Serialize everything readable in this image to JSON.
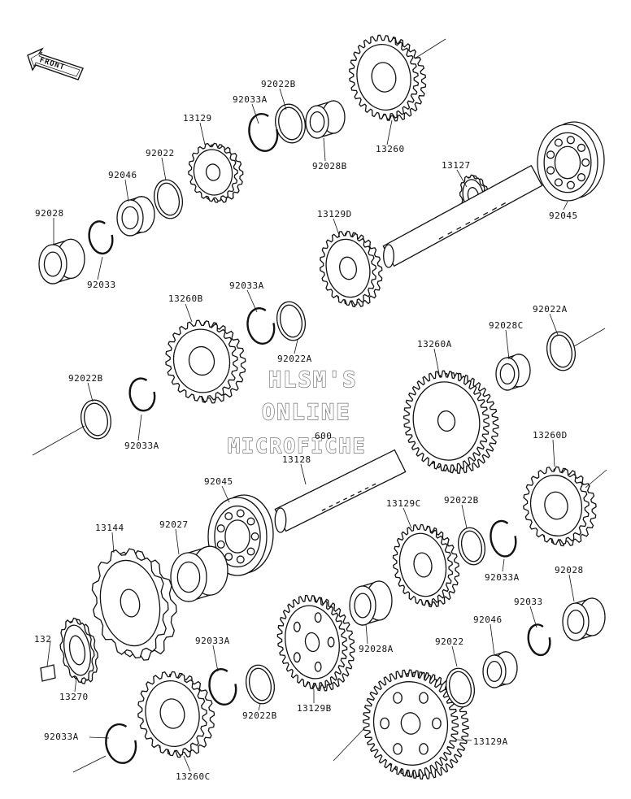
{
  "diagram": {
    "front_label": "FRONT",
    "watermark": [
      "HLSM'S",
      "ONLINE",
      "MICROFICHE"
    ],
    "part_numbers": {
      "p13260": "13260",
      "p92022B_top": "92022B",
      "p92033A_top": "92033A",
      "p92028B": "92028B",
      "p13129": "13129",
      "p92022_top": "92022",
      "p92046_top": "92046",
      "p92028_top": "92028",
      "p92033_top": "92033",
      "p13127": "13127",
      "p92045_top": "92045",
      "p13129D": "13129D",
      "p13260B": "13260B",
      "p92033A_mid": "92033A",
      "p92022A_mid": "92022A",
      "p92022B_left": "92022B",
      "p92033A_left": "92033A",
      "p92028C": "92028C",
      "p92022A_right": "92022A",
      "p13260A": "13260A",
      "p600": "600",
      "p13128": "13128",
      "p92045_mid": "92045",
      "p13260D": "13260D",
      "p13144": "13144",
      "p92027": "92027",
      "p13129C": "13129C",
      "p92022B_right": "92022B",
      "p92033A_right": "92033A",
      "p92028_right": "92028",
      "p132": "132",
      "p13270": "13270",
      "p92028A": "92028A",
      "p92033_right": "92033",
      "p92046_bot": "92046",
      "p92022_bot": "92022",
      "p92033A_bot": "92033A",
      "p92022B_bot": "92022B",
      "p13129B": "13129B",
      "p92033A_botleft": "92033A",
      "p13260C": "13260C",
      "p13129A": "13129A"
    }
  }
}
